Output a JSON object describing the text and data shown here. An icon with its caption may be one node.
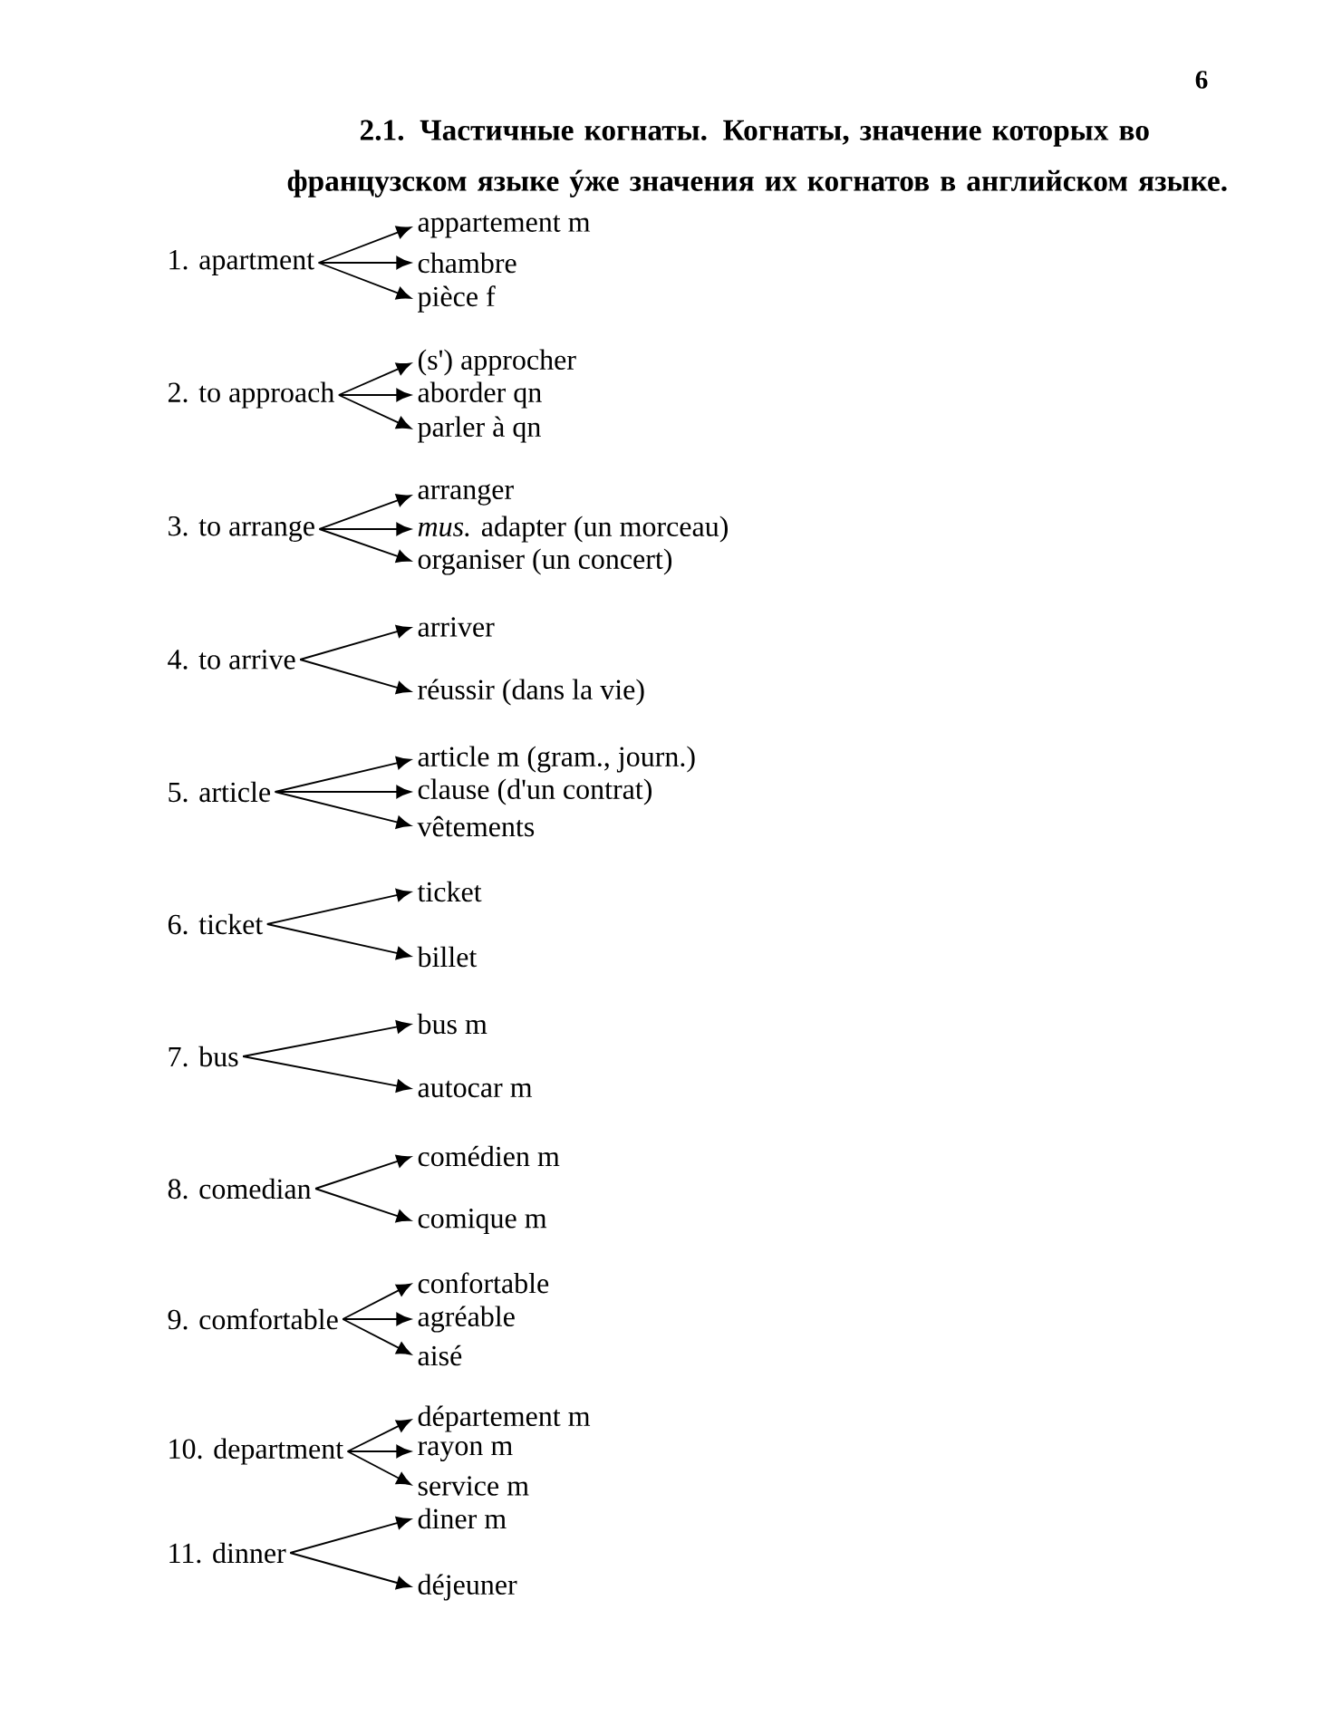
{
  "diagram": {
    "title": "2.1. Частичные когнаты. Когнаты, значение которых во французском языке ýже значения их когнатов в английском языке.",
    "nodes": [
      {
        "text": [
          "1. apartment"
        ]
      },
      {
        "text": [
          "appartement m"
        ]
      },
      {
        "text": [
          "chambre"
        ]
      },
      {
        "text": [
          "pièce f"
        ]
      },
      {
        "text": [
          "2. to approach"
        ]
      },
      {
        "text": [
          "(s') approcher"
        ]
      },
      {
        "text": [
          "aborder qn"
        ]
      },
      {
        "text": [
          "parler à qn"
        ]
      },
      {
        "text": [
          "3. to arrange"
        ]
      },
      {
        "text": [
          "arranger"
        ]
      },
      {
        "text": [
          "*mus.* adapter (un morceau)"
        ]
      },
      {
        "text": [
          "organiser (un concert)"
        ]
      },
      {
        "text": [
          "4. to arrive"
        ]
      },
      {
        "text": [
          "arriver"
        ]
      },
      {
        "text": [
          "réussir (dans la vie)"
        ]
      },
      {
        "text": [
          "5. article"
        ]
      },
      {
        "text": [
          "article m (gram., journ.)"
        ]
      },
      {
        "text": [
          "clause (d'un contrat)"
        ]
      },
      {
        "text": [
          "vêtements"
        ]
      },
      {
        "text": [
          "6. ticket"
        ]
      },
      {
        "text": [
          "ticket"
        ]
      },
      {
        "text": [
          "billet"
        ]
      },
      {
        "text": [
          "7. bus"
        ]
      },
      {
        "text": [
          "bus m"
        ]
      },
      {
        "text": [
          "autocar m"
        ]
      },
      {
        "text": [
          "8. comedian"
        ]
      },
      {
        "text": [
          "comédien m"
        ]
      },
      {
        "text": [
          "comique m"
        ]
      },
      {
        "text": [
          "9. comfortable"
        ]
      },
      {
        "text": [
          "confortable"
        ]
      },
      {
        "text": [
          "agréable"
        ]
      },
      {
        "text": [
          "aisé"
        ]
      },
      {
        "text": [
          "10. department"
        ]
      },
      {
        "text": [
          "département m"
        ]
      },
      {
        "text": [
          "rayon m"
        ]
      },
      {
        "text": [
          "service m"
        ]
      },
      {
        "text": [
          "11. dinner"
        ]
      },
      {
        "text": [
          "diner m"
        ]
      },
      {
        "text": [
          "déjeuner"
        ]
      }
    ],
    "edges": [
      {
        "from": 0,
        "to": 1,
        "arrow": "to"
      },
      {
        "from": 0,
        "to": 2,
        "arrow": "to"
      },
      {
        "from": 0,
        "to": 3,
        "arrow": "to"
      },
      {
        "from": 4,
        "to": 5,
        "arrow": "to"
      },
      {
        "from": 4,
        "to": 6,
        "arrow": "to"
      },
      {
        "from": 4,
        "to": 7,
        "arrow": "to"
      },
      {
        "from": 8,
        "to": 9,
        "arrow": "to"
      },
      {
        "from": 8,
        "to": 10,
        "arrow": "to"
      },
      {
        "from": 8,
        "to": 11,
        "arrow": "to"
      },
      {
        "from": 12,
        "to": 13,
        "arrow": "to"
      },
      {
        "from": 12,
        "to": 14,
        "arrow": "to"
      },
      {
        "from": 15,
        "to": 16,
        "arrow": "to"
      },
      {
        "from": 15,
        "to": 17,
        "arrow": "to"
      },
      {
        "from": 15,
        "to": 18,
        "arrow": "to"
      },
      {
        "from": 19,
        "to": 20,
        "arrow": "to"
      },
      {
        "from": 19,
        "to": 21,
        "arrow": "to"
      },
      {
        "from": 22,
        "to": 23,
        "arrow": "to"
      },
      {
        "from": 22,
        "to": 24,
        "arrow": "to"
      },
      {
        "from": 25,
        "to": 26,
        "arrow": "to"
      },
      {
        "from": 25,
        "to": 27,
        "arrow": "to"
      },
      {
        "from": 28,
        "to": 29,
        "arrow": "to"
      },
      {
        "from": 28,
        "to": 30,
        "arrow": "to"
      },
      {
        "from": 28,
        "to": 31,
        "arrow": "to"
      },
      {
        "from": 32,
        "to": 33,
        "arrow": "to"
      },
      {
        "from": 32,
        "to": 34,
        "arrow": "to"
      },
      {
        "from": 32,
        "to": 35,
        "arrow": "to"
      },
      {
        "from": 36,
        "to": 37,
        "arrow": "to"
      },
      {
        "from": 36,
        "to": 38,
        "arrow": "to"
      }
    ],
    "labels": [
      "6"
    ]
  }
}
